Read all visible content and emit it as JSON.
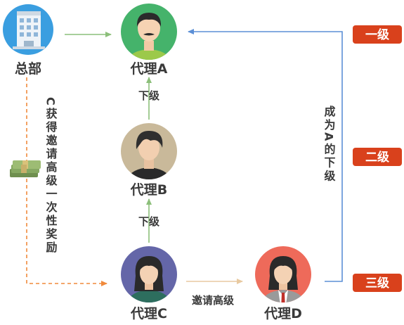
{
  "nodes": {
    "hq": {
      "label": "总部"
    },
    "agent_a": {
      "label": "代理A"
    },
    "agent_b": {
      "label": "代理B"
    },
    "agent_c": {
      "label": "代理C"
    },
    "agent_d": {
      "label": "代理D"
    }
  },
  "edges": {
    "a_to_b": {
      "label": "下级"
    },
    "b_to_c": {
      "label": "下级"
    },
    "c_to_d": {
      "label": "邀请高级"
    },
    "d_to_a": {
      "label": "成为A的下级"
    },
    "hq_to_c": {
      "label": "C获得邀请高级一次性奖励"
    }
  },
  "tiers": {
    "level1": "一级",
    "level2": "二级",
    "level3": "三级"
  },
  "colors": {
    "solid_arrow": "#8cbf7a",
    "dashed_arrow": "#f08a3c",
    "return_arrow": "#5b8fd6",
    "tier_badge": "#d9411c",
    "agent_a_bg": "#45b36b",
    "agent_b_bg": "#c9b99a",
    "agent_c_bg": "#6466a8",
    "agent_d_bg": "#ee6a5a"
  }
}
